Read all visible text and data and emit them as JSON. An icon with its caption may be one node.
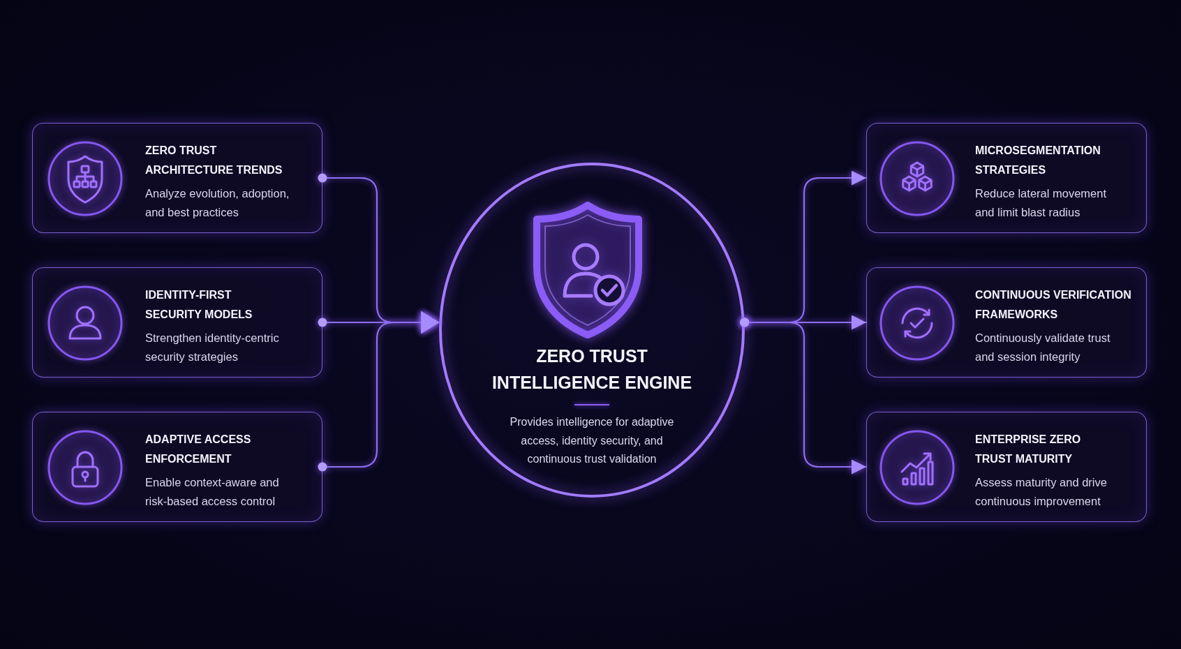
{
  "diagram": {
    "nodes": [
      {
        "text": [
          "ZERO TRUST ARCHITECTURE TRENDS",
          "Analyze evolution, adoption, and best practices"
        ]
      },
      {
        "text": [
          "IDENTITY-FIRST SECURITY MODELS",
          "Strengthen identity-centric security strategies"
        ]
      },
      {
        "text": [
          "ADAPTIVE ACCESS ENFORCEMENT",
          "Enable context-aware and risk-based access control"
        ]
      },
      {
        "text": [
          "ZERO TRUST INTELLIGENCE ENGINE",
          "Provides intelligence for adaptive access, identity security, and continuous trust validation"
        ]
      },
      {
        "text": [
          "MICROSEGMENTATION STRATEGIES",
          "Reduce lateral movement and limit blast radius"
        ]
      },
      {
        "text": [
          "CONTINUOUS VERIFICATION FRAMEWORKS",
          "Continuously validate trust and session integrity"
        ]
      },
      {
        "text": [
          "ENTERPRISE ZERO TRUST MATURITY",
          "Assess maturity and drive continuous improvement"
        ]
      }
    ],
    "edges": [
      {
        "from": 0,
        "to": 3,
        "arrow": "to"
      },
      {
        "from": 1,
        "to": 3,
        "arrow": "to"
      },
      {
        "from": 2,
        "to": 3,
        "arrow": "to"
      },
      {
        "from": 3,
        "to": 4,
        "arrow": "to"
      },
      {
        "from": 3,
        "to": 5,
        "arrow": "to"
      },
      {
        "from": 3,
        "to": 6,
        "arrow": "to"
      }
    ]
  }
}
